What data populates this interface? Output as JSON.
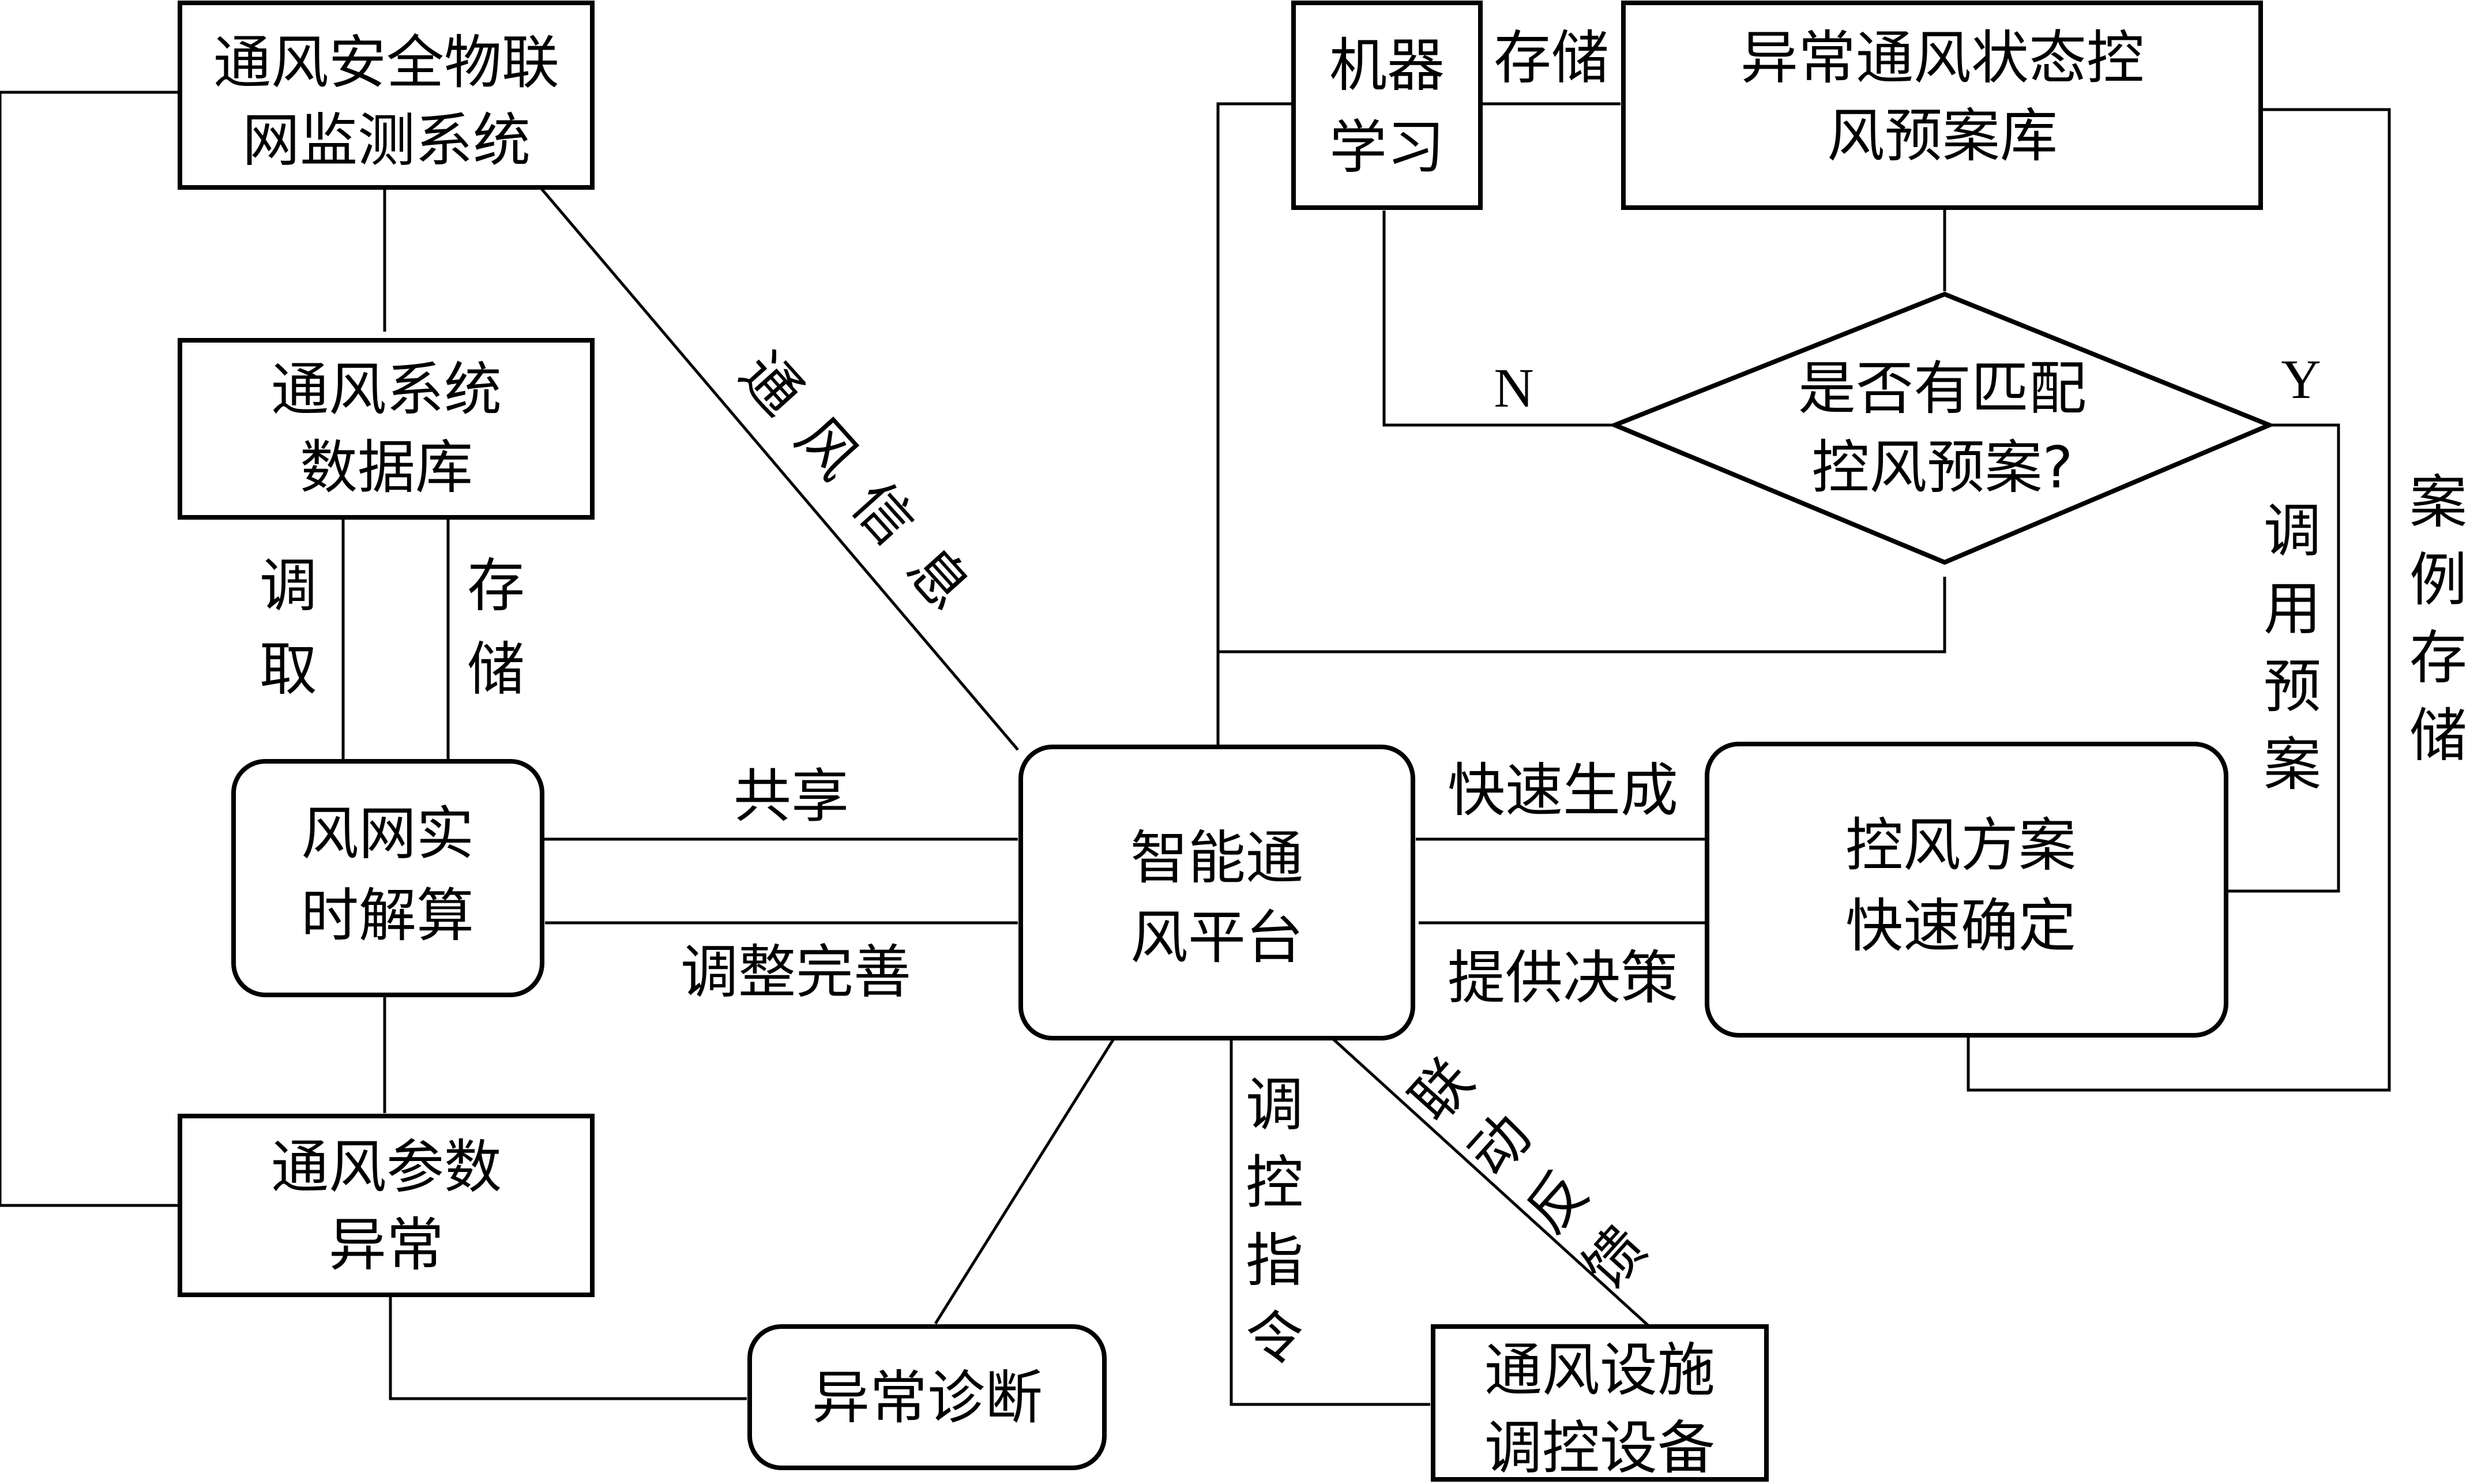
{
  "nodes": {
    "iot_system": [
      "通风安全物联",
      "网监测系统"
    ],
    "ventilation_db": [
      "通风系统",
      "数据库"
    ],
    "realtime_solver": [
      "风网实",
      "时解算"
    ],
    "param_anomaly": [
      "通风参数",
      "异常"
    ],
    "fault_diagnosis": "异常诊断",
    "smart_platform": [
      "智能通",
      "风平台"
    ],
    "control_devices": [
      "通风设施",
      "调控设备"
    ],
    "machine_learning": [
      "机器",
      "学习"
    ],
    "plan_library": [
      "异常通风状态控",
      "风预案库"
    ],
    "match_decision": [
      "是否有匹配",
      "控风预案?"
    ],
    "plan_confirm": [
      "控风方案",
      "快速确定"
    ]
  },
  "edge_labels": {
    "retrieve": [
      "调",
      "取"
    ],
    "store_db": [
      "存",
      "储"
    ],
    "ventilation_info": [
      "通",
      "风",
      "信",
      "息"
    ],
    "share": "共享",
    "adjust_improve": "调整完善",
    "fast_generate": "快速生成",
    "provide_decision": "提供决策",
    "control_command": [
      "调",
      "控",
      "指",
      "令"
    ],
    "linkage_feedback": [
      "联",
      "动",
      "反",
      "馈"
    ],
    "store_lib": "存储",
    "no": "N",
    "yes": "Y",
    "invoke_plan": [
      "调",
      "用",
      "预",
      "案"
    ],
    "case_storage": [
      "案",
      "例",
      "存",
      "储"
    ]
  },
  "colors": {
    "stroke": "#000000",
    "background": "#ffffff"
  }
}
